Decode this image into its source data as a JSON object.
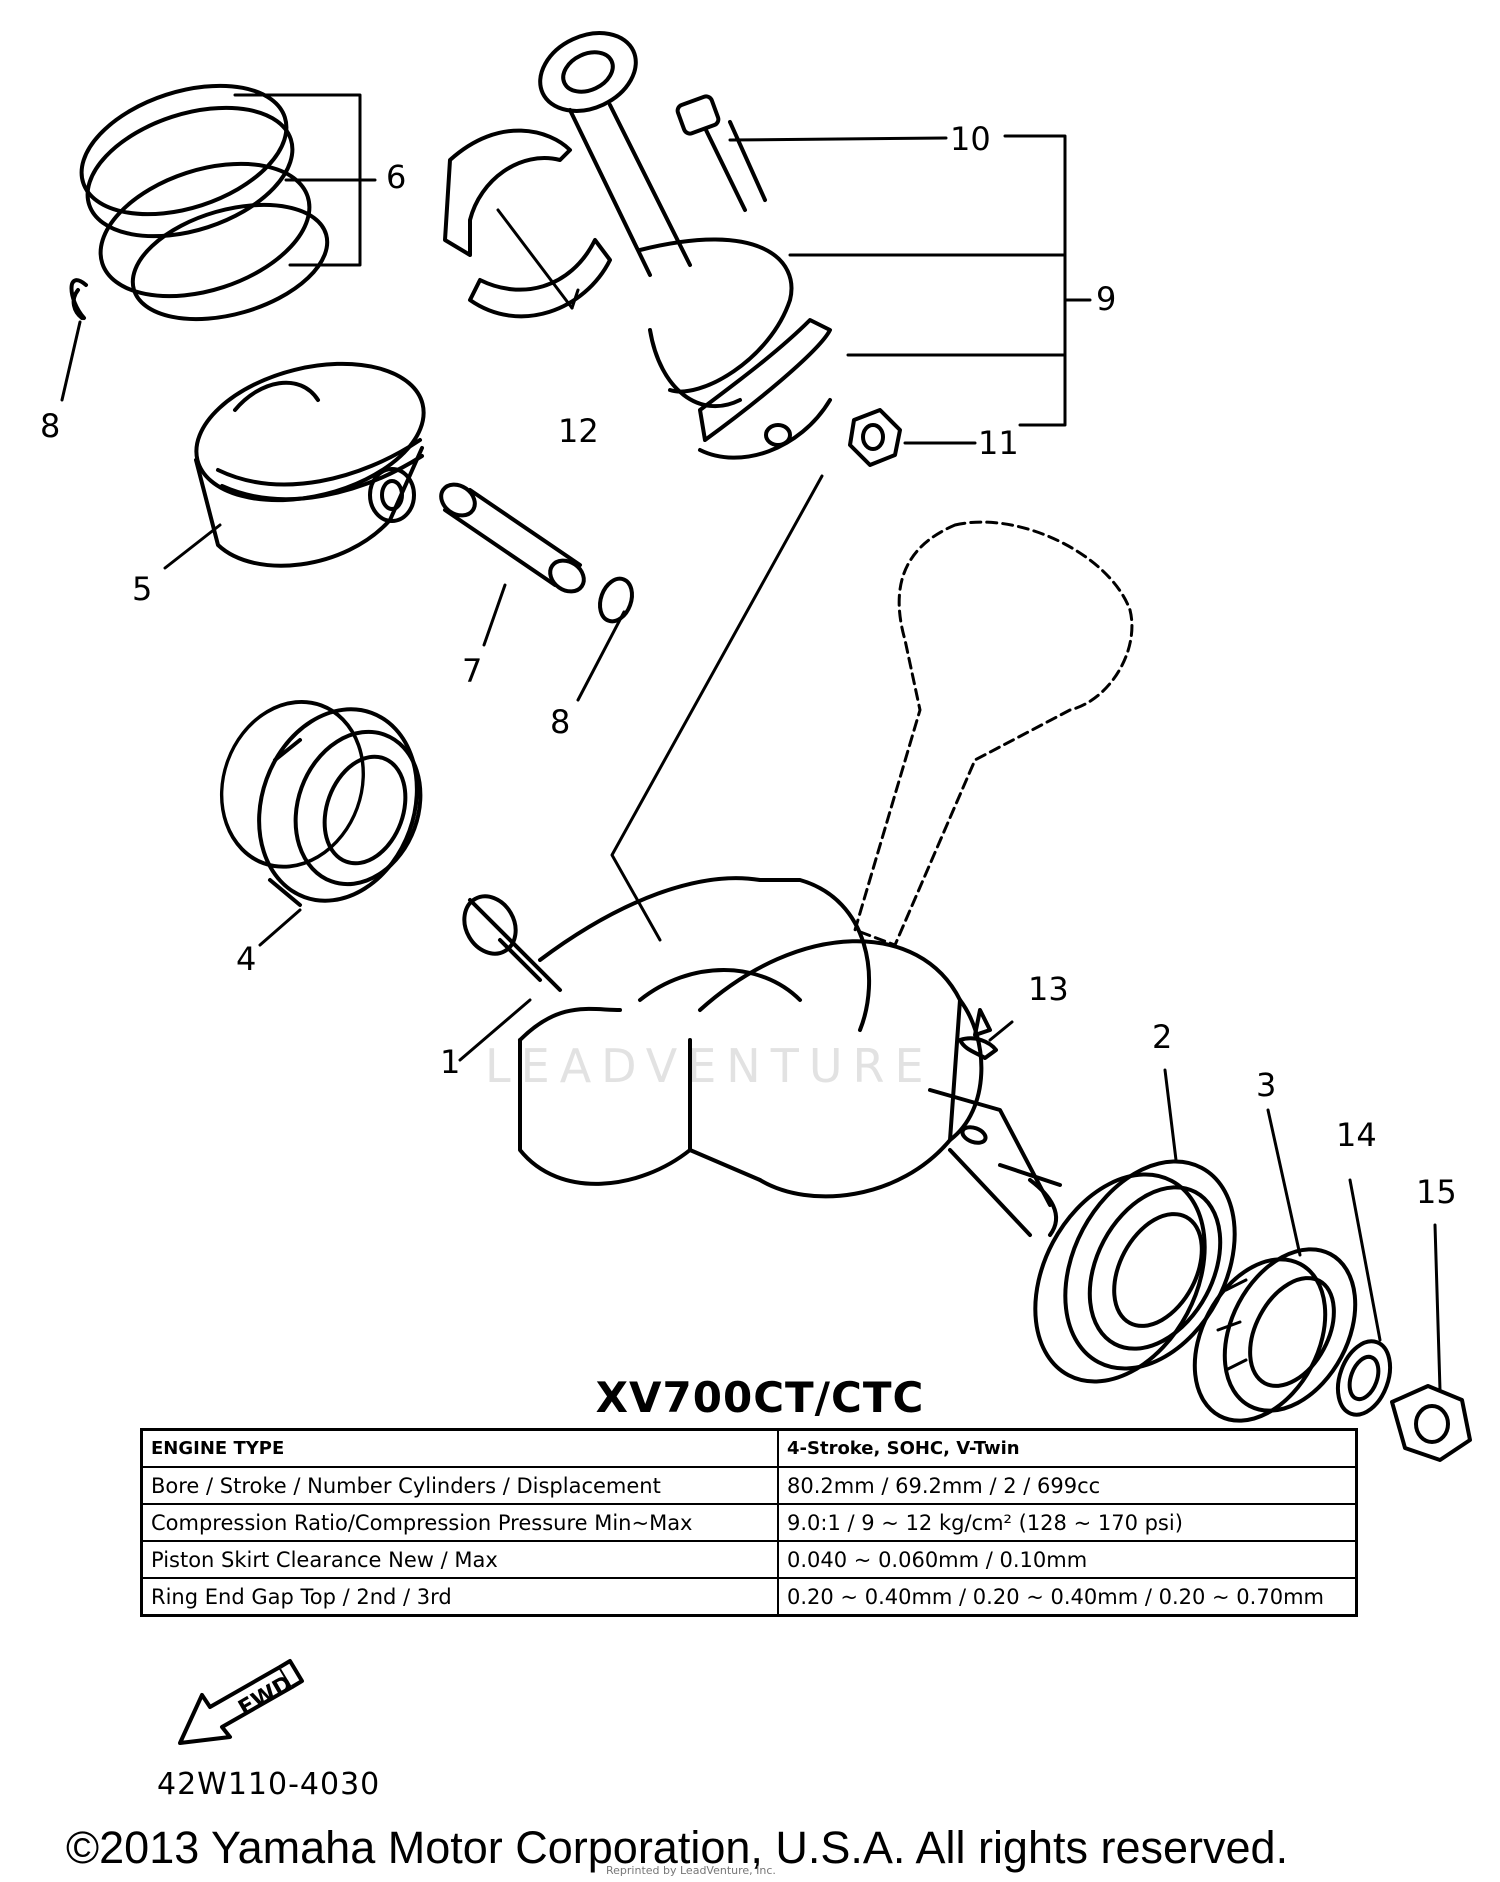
{
  "diagram": {
    "callouts": [
      "1",
      "2",
      "3",
      "4",
      "5",
      "6",
      "7",
      "8",
      "8",
      "9",
      "10",
      "11",
      "12",
      "13",
      "14",
      "15"
    ],
    "parts": [
      "crankshaft",
      "bearing-2",
      "bearing-3",
      "bearing-4",
      "piston",
      "piston-ring-set",
      "piston-pin",
      "piston-pin-clip",
      "connecting-rod-assembly",
      "bolt",
      "nut",
      "plain-bearing",
      "key",
      "washer",
      "nut-15"
    ],
    "watermark_text": "LEADVENTURE"
  },
  "model_title": "XV700CT/CTC",
  "spec_table": {
    "rows": [
      {
        "label": "ENGINE TYPE",
        "value": "4-Stroke, SOHC, V-Twin"
      },
      {
        "label": "Bore / Stroke / Number Cylinders / Displacement",
        "value": "80.2mm / 69.2mm / 2 / 699cc"
      },
      {
        "label": "Compression Ratio/Compression Pressure Min~Max",
        "value": "9.0:1 / 9 ~ 12 kg/cm² (128 ~ 170 psi)"
      },
      {
        "label": "Piston Skirt Clearance New / Max",
        "value": "0.040 ~ 0.060mm / 0.10mm"
      },
      {
        "label": "Ring End Gap Top / 2nd / 3rd",
        "value": "0.20 ~ 0.40mm / 0.20 ~ 0.40mm / 0.20 ~ 0.70mm"
      }
    ]
  },
  "fwd_label": "FWD",
  "part_number": "42W110-4030",
  "copyright": "©2013 Yamaha Motor Corporation, U.S.A. All rights reserved.",
  "reprint_note": "Reprinted by LeadVenture, Inc."
}
